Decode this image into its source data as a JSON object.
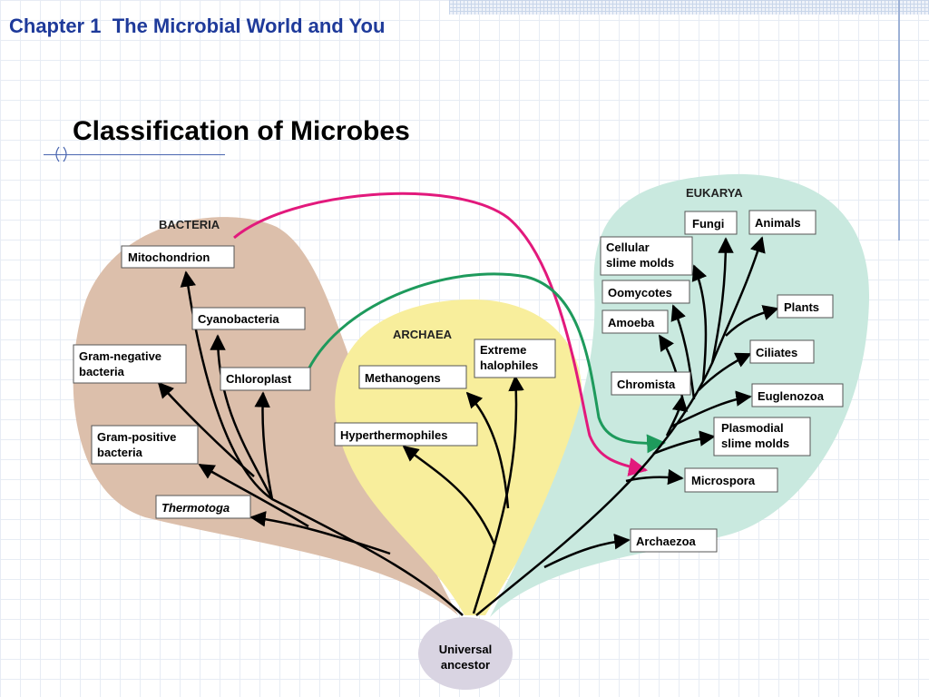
{
  "header": {
    "chapter": "Chapter 1  The Microbial World and You",
    "title": "Classification of Microbes"
  },
  "domains": {
    "bacteria": "BACTERIA",
    "archaea": "ARCHAEA",
    "eukarya": "EUKARYA"
  },
  "root": {
    "line1": "Universal",
    "line2": "ancestor"
  },
  "bacteria": {
    "mitochondrion": "Mitochondrion",
    "cyanobacteria": "Cyanobacteria",
    "gram_negative_1": "Gram-negative",
    "gram_negative_2": "bacteria",
    "chloroplast": "Chloroplast",
    "gram_positive_1": "Gram-positive",
    "gram_positive_2": "bacteria",
    "thermotoga": "Thermotoga"
  },
  "archaea": {
    "extreme_halophiles_1": "Extreme",
    "extreme_halophiles_2": "halophiles",
    "methanogens": "Methanogens",
    "hyperthermophiles": "Hyperthermophiles"
  },
  "eukarya": {
    "fungi": "Fungi",
    "animals": "Animals",
    "cellular_slime_molds_1": "Cellular",
    "cellular_slime_molds_2": "slime molds",
    "oomycotes": "Oomycotes",
    "plants": "Plants",
    "amoeba": "Amoeba",
    "ciliates": "Ciliates",
    "chromista": "Chromista",
    "euglenozoa": "Euglenozoa",
    "plasmodial_slime_molds_1": "Plasmodial",
    "plasmodial_slime_molds_2": "slime molds",
    "microspora": "Microspora",
    "archaezoa": "Archaezoa"
  },
  "colors": {
    "bacteria_fill": "#dcbfab",
    "archaea_fill": "#f8ee9c",
    "eukarya_fill": "#c9e9df",
    "root_fill": "#d9d4e2",
    "mitochondrion_arrow": "#e2197c",
    "chloroplast_arrow": "#1e9a5c",
    "header_text": "#1e3a9a"
  }
}
